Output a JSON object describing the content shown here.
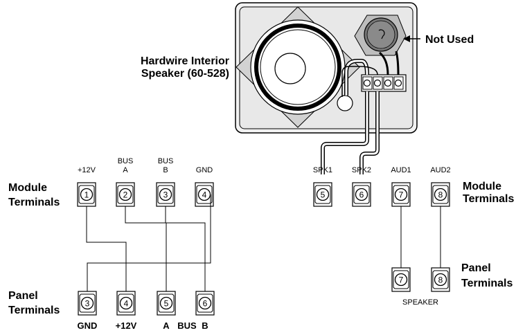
{
  "speaker": {
    "title_line1": "Hardwire Interior",
    "title_line2": "Speaker (60-528)",
    "not_used_label": "Not Used"
  },
  "left_module": {
    "label_line1": "Module",
    "label_line2": "Terminals",
    "headers": [
      {
        "line1": "",
        "line2": "+12V"
      },
      {
        "line1": "BUS",
        "line2": "A"
      },
      {
        "line1": "BUS",
        "line2": "B"
      },
      {
        "line1": "",
        "line2": "GND"
      }
    ],
    "terminals": [
      "1",
      "2",
      "3",
      "4"
    ]
  },
  "left_panel": {
    "label_line1": "Panel",
    "label_line2": "Terminals",
    "terminals": [
      "3",
      "4",
      "5",
      "6"
    ],
    "bottom_labels": [
      "GND",
      "+12V",
      "A",
      "BUS",
      "B"
    ]
  },
  "right_module": {
    "label_line1": "Module",
    "label_line2": "Terminals",
    "headers": [
      "SPK1",
      "SPK2",
      "AUD1",
      "AUD2"
    ],
    "terminals": [
      "5",
      "6",
      "7",
      "8"
    ]
  },
  "right_panel": {
    "label_line1": "Panel",
    "label_line2": "Terminals",
    "terminals": [
      "7",
      "8"
    ],
    "caption": "SPEAKER"
  }
}
